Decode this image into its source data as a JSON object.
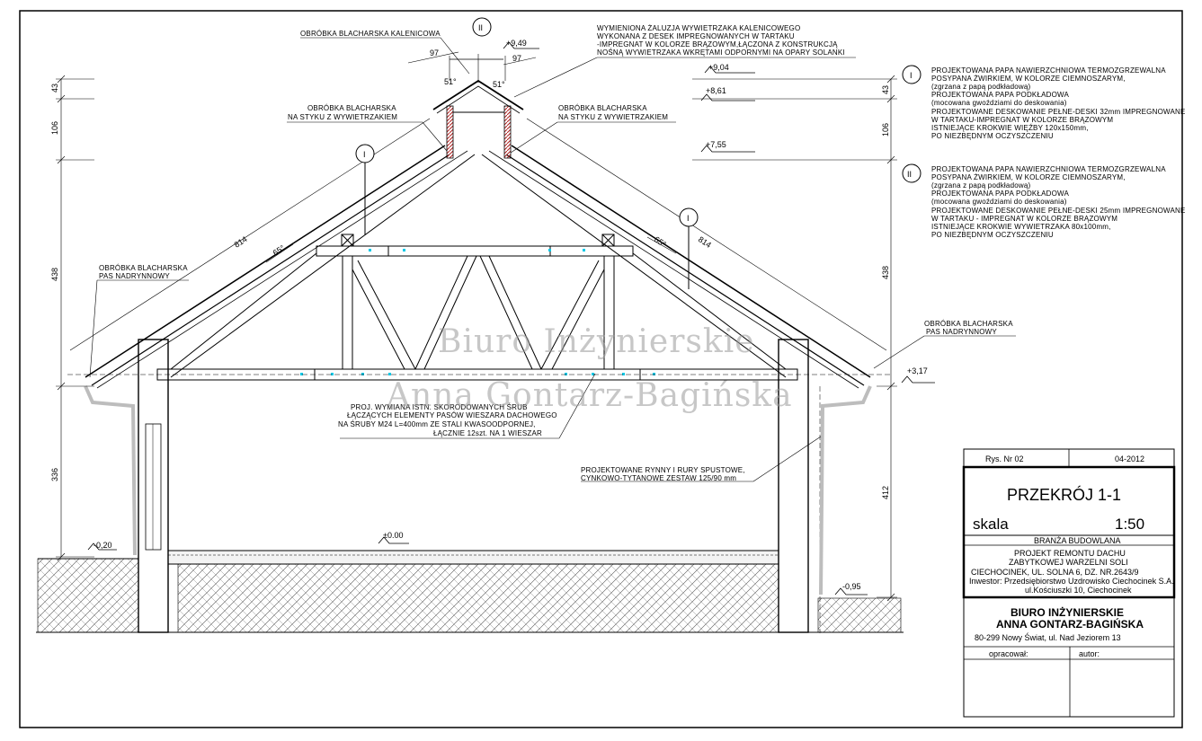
{
  "levels": {
    "ridge_top": "+9,49",
    "l1": "+9,04",
    "l2": "+8,61",
    "l3": "+7,55",
    "eave": "+3,17",
    "floor": "±0.00",
    "ext_left": "-0,20",
    "ext_right": "-0,95"
  },
  "dimensions": {
    "left_43": "43",
    "left_106": "106",
    "left_438": "438",
    "left_336": "336",
    "right_43": "43",
    "right_106": "106",
    "right_438": "438",
    "right_412": "412",
    "rafter_left": "814",
    "rafter_right": "814",
    "angle_left": "65°",
    "angle_right": "65°",
    "vent_97a": "97",
    "vent_97b": "97",
    "vent_51a": "51°",
    "vent_51b": "51°"
  },
  "callouts": {
    "ridge_flashing": "OBRÓBKA BLACHARSKA KALENICOWA",
    "vent_joint_left_1": "OBRÓBKA BLACHARSKA",
    "vent_joint_left_2": "NA STYKU Z WYWIETRZAKIEM",
    "vent_joint_right_1": "OBRÓBKA BLACHARSKA",
    "vent_joint_right_2": "NA STYKU Z WYWIETRZAKIEM",
    "vent_louvre_1": "WYMIENIONA ŻALUZJA WYWIETRZAKA KALENICOWEGO",
    "vent_louvre_2": "WYKONANA Z DESEK IMPREGNOWANYCH W TARTAKU",
    "vent_louvre_3": "-IMPREGNAT W KOLORZE BRĄZOWYM,ŁĄCZONA Z KONSTRUKCJĄ",
    "vent_louvre_4": "NOŚNĄ WYWIETRZAKA WKRĘTAMI ODPORNYMI NA OPARY SOLANKI",
    "gutter_left_1": "OBRÓBKA BLACHARSKA",
    "gutter_left_2": "PAS NADRYNNOWY",
    "gutter_right_1": "OBRÓBKA BLACHARSKA",
    "gutter_right_2": "PAS NADRYNNOWY",
    "bolts_1": "PROJ. WYMIANA ISTN. SKORODOWANYCH ŚRUB",
    "bolts_2": "ŁĄCZĄCYCH ELEMENTY PASÓW WIESZARA DACHOWEGO",
    "bolts_3": "NA ŚRUBY M24 L=400mm ZE STALI KWASOODPORNEJ,",
    "bolts_4": "ŁĄCZNIE 12szt. NA 1 WIESZAR",
    "gutters_1": "PROJEKTOWANE RYNNY I RURY SPUSTOWE,",
    "gutters_2": "CYNKOWO-TYTANOWE ZESTAW 125/90 mm"
  },
  "markers": {
    "m1": "I",
    "m2": "II"
  },
  "legend_I": [
    "PROJEKTOWANA PAPA NAWIERZCHNIOWA TERMOZGRZEWALNA",
    "POSYPANA ŻWIRKIEM, W KOLORZE CIEMNOSZARYM,",
    "(zgrzana z papą podkładową)",
    "PROJEKTOWANA PAPA PODKŁADOWA",
    "(mocowana gwoździami do deskowania)",
    "PROJEKTOWANE DESKOWANIE PEŁNE-DESKI 32mm IMPREGNOWANE",
    "W TARTAKU-IMPREGNAT W KOLORZE BRĄZOWYM",
    "ISTNIEJĄCE KROKWIE WIĘŹBY 120x150mm,",
    "PO NIEZBĘDNYM OCZYSZCZENIU"
  ],
  "legend_II": [
    "PROJEKTOWANA PAPA NAWIERZCHNIOWA TERMOZGRZEWALNA",
    "POSYPANA ŻWIRKIEM, W KOLORZE CIEMNOSZARYM,",
    "(zgrzana z papą podkładową)",
    "PROJEKTOWANA PAPA PODKŁADOWA",
    "(mocowana gwoździami do deskowania)",
    "PROJEKTOWANE DESKOWANIE PEŁNE-DESKI 25mm IMPREGNOWANE",
    "W TARTAKU - IMPREGNAT W KOLORZE BRĄZOWYM",
    "ISTNIEJĄCE KROKWIE WYWIETRZAKA 80x100mm,",
    "PO NIEZBĘDNYM OCZYSZCZENIU"
  ],
  "watermark": {
    "line1": "Biuro Inżynierskie",
    "line2": "Anna Gontarz-Bagińska"
  },
  "title_block": {
    "drawing_no": "Rys. Nr 02",
    "date": "04-2012",
    "title": "PRZEKRÓJ 1-1",
    "scale_label": "skala",
    "scale_value": "1:50",
    "discipline": "BRANŻA BUDOWLANA",
    "project_1": "PROJEKT REMONTU DACHU",
    "project_2": "ZABYTKOWEJ WARZELNI SOLI",
    "project_3": "CIECHOCINEK, UL. SOLNA 6, DZ. NR.2643/9",
    "investor_1": "Inwestor: Przedsiębiorstwo Uzdrowisko Ciechocinek S.A.",
    "investor_2": "ul.Kościuszki 10, Ciechocinek",
    "office_1": "BIURO INŻYNIERSKIE",
    "office_2": "ANNA GONTARZ-BAGIŃSKA",
    "office_3": "80-299 Nowy Świat, ul. Nad Jeziorem 13",
    "prepared": "opracował:",
    "author": "autor:"
  },
  "colors": {
    "line": "#000000",
    "gutter": "#bdbdbd",
    "bolt_marks": "#00c8e6",
    "vent_hatch": "#b02020",
    "watermark": "#9a9a9a"
  }
}
